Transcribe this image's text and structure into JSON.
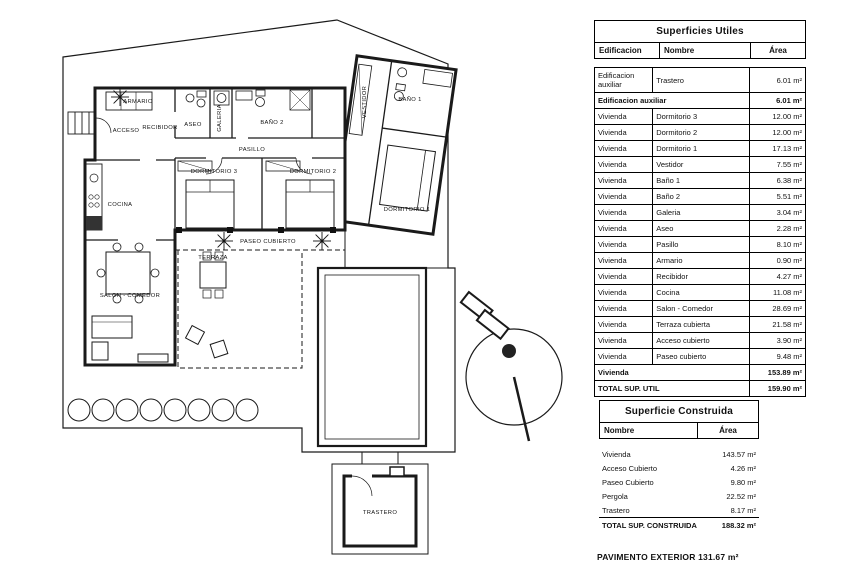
{
  "colors": {
    "ink": "#111111",
    "paper": "#ffffff"
  },
  "plan": {
    "rooms": [
      {
        "label": "ARMARIO"
      },
      {
        "label": "ACCESO"
      },
      {
        "label": "RECIBIDOR"
      },
      {
        "label": "ASEO"
      },
      {
        "label": "GALERIA"
      },
      {
        "label": "BAÑO 2"
      },
      {
        "label": "PASILLO"
      },
      {
        "label": "VESTIDOR"
      },
      {
        "label": "BAÑO 1"
      },
      {
        "label": "DORMITORIO 3"
      },
      {
        "label": "DORMITORIO 2"
      },
      {
        "label": "DORMITORIO 1"
      },
      {
        "label": "COCINA"
      },
      {
        "label": "PASEO CUBIERTO"
      },
      {
        "label": "TERRAZA"
      },
      {
        "label": "SALON - COMEDOR"
      },
      {
        "label": "TRASTERO"
      }
    ]
  },
  "tables": {
    "utiles": {
      "title": "Superficies Utiles",
      "columns": [
        "Edificacion",
        "Nombre",
        "Área"
      ],
      "rows": [
        {
          "edificacion": "Edificacion auxiliar",
          "nombre": "Trastero",
          "area": "6.01 m²"
        },
        {
          "edificacion": "Edificacion auxiliar",
          "area": "6.01 m²",
          "bold": true,
          "span": true
        },
        {
          "edificacion": "Vivienda",
          "nombre": "Dormitorio 3",
          "area": "12.00 m²"
        },
        {
          "edificacion": "Vivienda",
          "nombre": "Dormitorio 2",
          "area": "12.00 m²"
        },
        {
          "edificacion": "Vivienda",
          "nombre": "Dormitorio 1",
          "area": "17.13 m²"
        },
        {
          "edificacion": "Vivienda",
          "nombre": "Vestidor",
          "area": "7.55 m²"
        },
        {
          "edificacion": "Vivienda",
          "nombre": "Baño 1",
          "area": "6.38 m²"
        },
        {
          "edificacion": "Vivienda",
          "nombre": "Baño 2",
          "area": "5.51 m²"
        },
        {
          "edificacion": "Vivienda",
          "nombre": "Galeria",
          "area": "3.04 m²"
        },
        {
          "edificacion": "Vivienda",
          "nombre": "Aseo",
          "area": "2.28 m²"
        },
        {
          "edificacion": "Vivienda",
          "nombre": "Pasillo",
          "area": "8.10 m²"
        },
        {
          "edificacion": "Vivienda",
          "nombre": "Armario",
          "area": "0.90 m²"
        },
        {
          "edificacion": "Vivienda",
          "nombre": "Recibidor",
          "area": "4.27 m²"
        },
        {
          "edificacion": "Vivienda",
          "nombre": "Cocina",
          "area": "11.08 m²"
        },
        {
          "edificacion": "Vivienda",
          "nombre": "Salon - Comedor",
          "area": "28.69 m²"
        },
        {
          "edificacion": "Vivienda",
          "nombre": "Terraza cubierta",
          "area": "21.58 m²"
        },
        {
          "edificacion": "Vivienda",
          "nombre": "Acceso cubierto",
          "area": "3.90 m²"
        },
        {
          "edificacion": "Vivienda",
          "nombre": "Paseo cubierto",
          "area": "9.48 m²"
        },
        {
          "edificacion": "Vivienda",
          "area": "153.89 m²",
          "bold": true,
          "span": true
        },
        {
          "edificacion": "TOTAL SUP. UTIL",
          "area": "159.90 m²",
          "bold": true,
          "span": true,
          "total": true
        }
      ]
    },
    "construida": {
      "title": "Superficie Construida",
      "columns": [
        "Nombre",
        "Área"
      ],
      "rows": [
        {
          "nombre": "Vivienda",
          "area": "143.57 m²"
        },
        {
          "nombre": "Acceso Cubierto",
          "area": "4.26 m²"
        },
        {
          "nombre": "Paseo Cubierto",
          "area": "9.80 m²"
        },
        {
          "nombre": "Pergola",
          "area": "22.52 m²"
        },
        {
          "nombre": "Trastero",
          "area": "8.17 m²"
        },
        {
          "nombre": "TOTAL SUP. CONSTRUIDA",
          "area": "188.32 m²",
          "bold": true,
          "total": true
        }
      ]
    }
  },
  "footer": {
    "pavimento": "PAVIMENTO EXTERIOR 131.67 m²"
  }
}
